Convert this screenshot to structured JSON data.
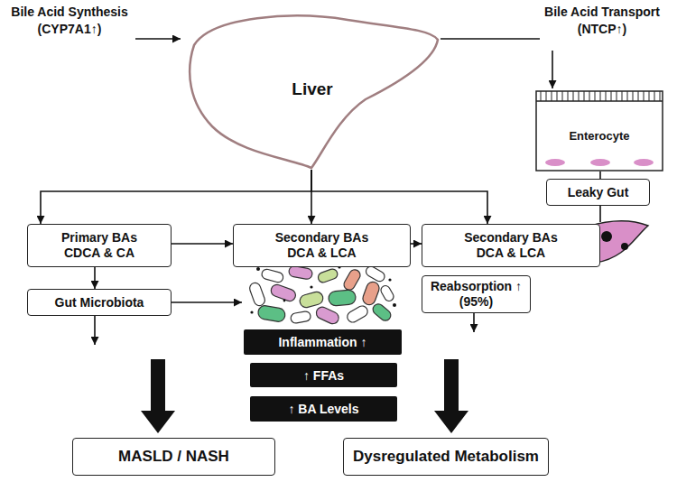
{
  "diagram": {
    "nodes": [
      {
        "text": [
          "Liver"
        ]
      },
      {
        "text": [
          "Enterocyte"
        ]
      },
      {
        "text": [
          "Leaky Gut"
        ]
      },
      {
        "text": [
          "Primary BAs",
          "CDCA & CA"
        ]
      },
      {
        "text": [
          "Secondary BAs",
          "DCA & LCA"
        ]
      },
      {
        "text": [
          "Secondary BAs",
          "DCA & LCA"
        ]
      },
      {
        "text": [
          "Gut Microbiota"
        ]
      },
      {
        "text": [
          "Reabsorption ↑",
          "(95%)"
        ]
      },
      {
        "text": [
          "Inflammation ↑"
        ]
      },
      {
        "text": [
          "↑ FFAs"
        ]
      },
      {
        "text": [
          "↑ BA Levels"
        ]
      },
      {
        "text": [
          "MASLD / NASH"
        ]
      },
      {
        "text": [
          "Dysregulated Metabolism"
        ]
      }
    ],
    "edges": [
      {
        "from": 0,
        "to": 3,
        "arrow": "to"
      },
      {
        "from": 0,
        "to": 4,
        "arrow": "to"
      },
      {
        "from": 0,
        "to": 5,
        "arrow": "to"
      },
      {
        "from": 3,
        "to": 4,
        "arrow": "to"
      },
      {
        "from": 4,
        "to": 5,
        "arrow": "to"
      },
      {
        "from": 1,
        "to": 2,
        "arrow": "none"
      },
      {
        "from": 3,
        "to": 6,
        "arrow": "to"
      }
    ],
    "labels": [
      "Bile Acid Synthesis (CYP7A1↑)",
      "Bile Acid Transport (NTCP↑)"
    ]
  }
}
